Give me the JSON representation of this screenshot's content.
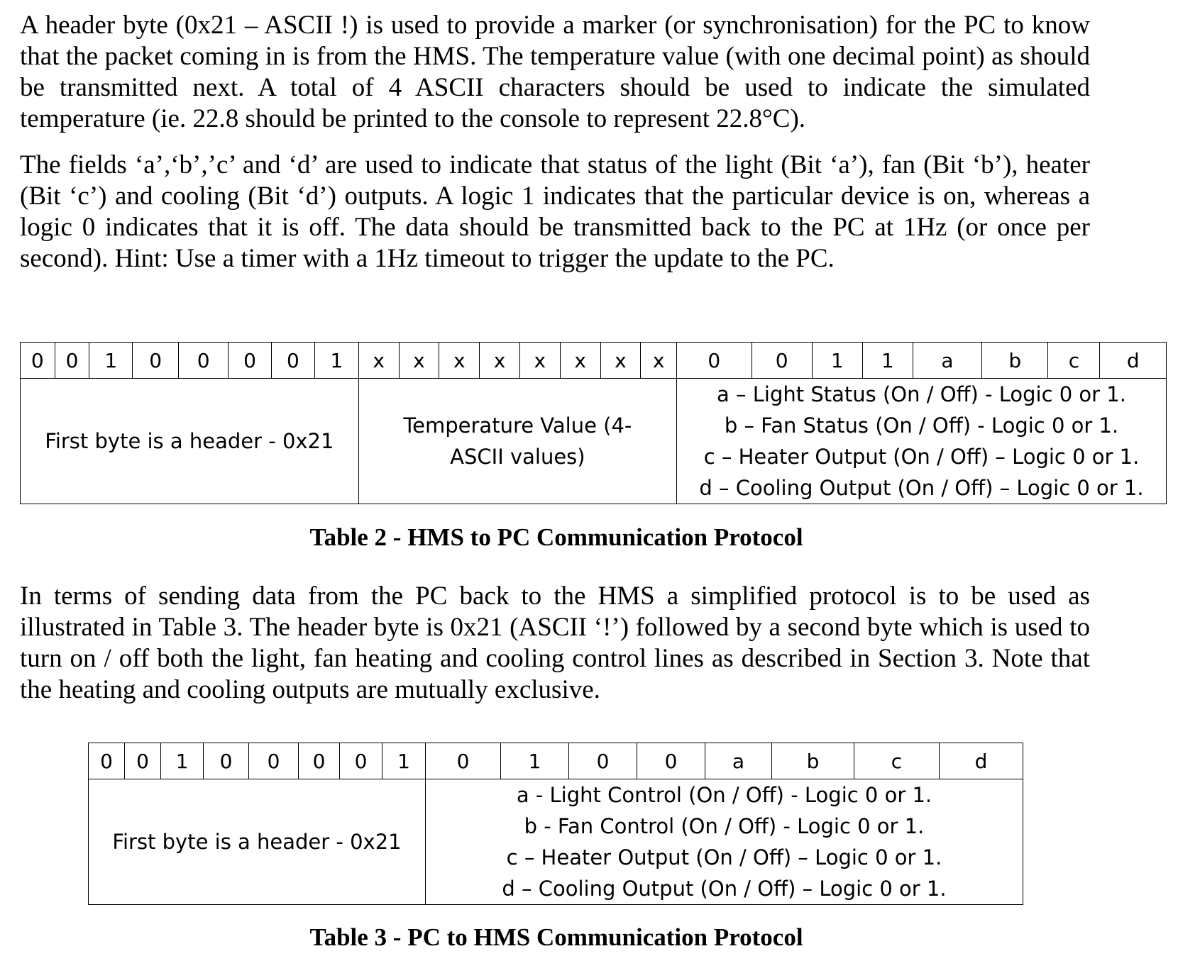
{
  "paragraphs": {
    "p1": "A header byte (0x21 – ASCII !) is used to provide a marker (or synchronisation) for the PC to know that the packet coming in is from the HMS. The temperature value (with one decimal point) as should be transmitted next. A total of 4 ASCII characters should be used to indicate the simulated temperature (ie. 22.8 should be printed to the console to represent 22.8°C).",
    "p2": "The fields ‘a’,‘b’,’c’ and ‘d’ are used to indicate that status of the light (Bit ‘a’), fan (Bit ‘b’), heater (Bit ‘c’) and cooling (Bit ‘d’) outputs. A logic 1 indicates that the particular device is on, whereas a logic 0 indicates that it is off. The data should be transmitted back to the PC at 1Hz (or once per second). Hint: Use a timer with a 1Hz timeout to trigger the update to the PC.",
    "p3": "In terms of sending data from the PC back to the HMS a simplified protocol is to be used as illustrated in Table 3. The header byte is 0x21 (ASCII ‘!’) followed by a second byte which is used to turn on / off both the light, fan heating and cooling control lines as described in Section 3. Note that the heating and cooling outputs are mutually exclusive."
  },
  "table2": {
    "bits": [
      "0",
      "0",
      "1",
      "0",
      "0",
      "0",
      "0",
      "1",
      "x",
      "x",
      "x",
      "x",
      "x",
      "x",
      "x",
      "x",
      "0",
      "0",
      "1",
      "1",
      "a",
      "b",
      "c",
      "d"
    ],
    "header_desc": "First byte is a header - 0x21",
    "temp_desc": "Temperature Value (4-ASCII values)",
    "status_lines": [
      "a – Light Status (On / Off) - Logic 0 or 1.",
      "b – Fan Status (On / Off) - Logic 0 or 1.",
      "c – Heater Output (On / Off) – Logic 0 or 1.",
      "d – Cooling Output (On / Off) – Logic 0 or 1."
    ],
    "caption": "Table 2 - HMS to PC Communication Protocol"
  },
  "table3": {
    "bits": [
      "0",
      "0",
      "1",
      "0",
      "0",
      "0",
      "0",
      "1",
      "0",
      "1",
      "0",
      "0",
      "a",
      "b",
      "c",
      "d"
    ],
    "header_desc": "First byte is a header - 0x21",
    "control_lines": [
      "a - Light Control (On / Off) - Logic 0 or 1.",
      "b - Fan Control (On / Off) - Logic 0 or 1.",
      "c – Heater Output (On / Off) – Logic 0 or 1.",
      "d – Cooling Output (On / Off) – Logic 0 or 1."
    ],
    "caption": "Table 3 - PC to HMS Communication Protocol"
  }
}
